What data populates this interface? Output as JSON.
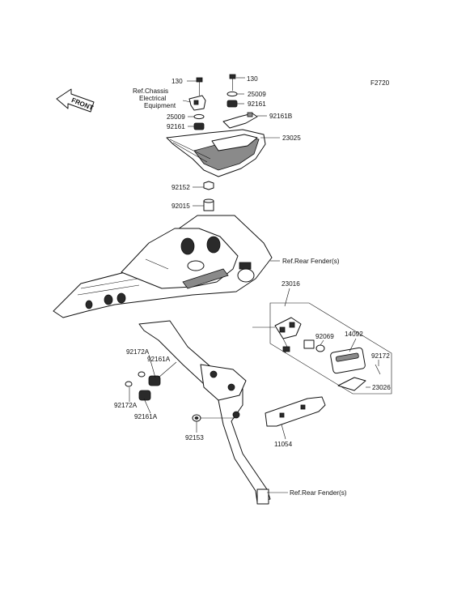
{
  "figure_code": "F2720",
  "front_arrow": "FRONT",
  "labels": {
    "p130a": "130",
    "p130b": "130",
    "ref_chassis_1": "Ref.Chassis",
    "ref_chassis_2": "Electrical",
    "ref_chassis_3": "Equipment",
    "p25009a": "25009",
    "p25009b": "25009",
    "p92161a": "92161",
    "p92161b": "92161",
    "p92161B": "92161B",
    "p23025": "23025",
    "p92152": "92152",
    "p92015": "92015",
    "ref_rear_fender_1": "Ref.Rear Fender(s)",
    "ref_rear_fender_2": "Ref.Rear Fender(s)",
    "p23016": "23016",
    "p92069": "92069",
    "p14092": "14092",
    "p92172": "92172",
    "p23026": "23026",
    "p92172A_1": "92172A",
    "p92172A_2": "92172A",
    "p92161A_1": "92161A",
    "p92161A_2": "92161A",
    "p92153": "92153",
    "p11054": "11054"
  }
}
